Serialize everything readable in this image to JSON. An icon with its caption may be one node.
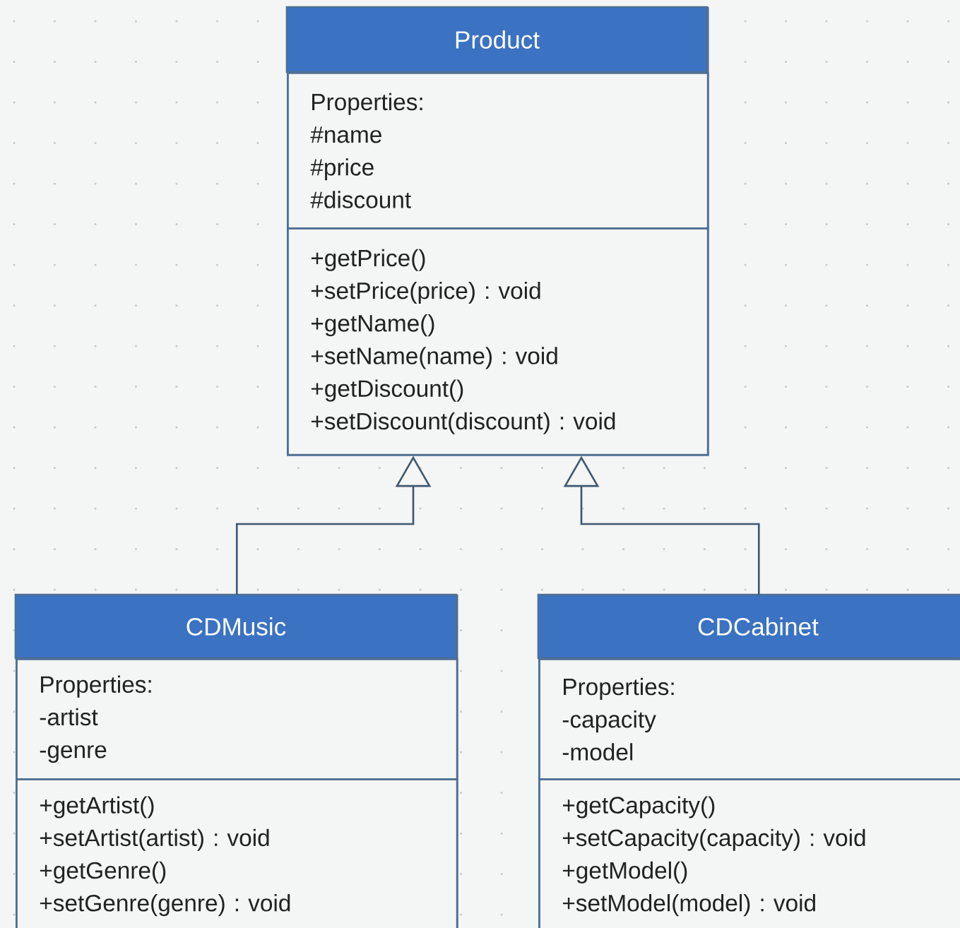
{
  "diagram": {
    "nodes": [
      {
        "text": [
          "Product"
        ]
      },
      {
        "text": [
          "Properties:",
          "#name",
          "#price",
          "#discount"
        ],
        "in": 0
      },
      {
        "text": [
          "+getPrice()",
          "+setPrice(price) : void",
          "+getName()",
          "+setName(name) : void",
          "+getDiscount()",
          "+setDiscount(discount) : void"
        ],
        "in": 0
      },
      {
        "text": [
          "CDMusic"
        ]
      },
      {
        "text": [
          "Properties:",
          "-artist",
          "-genre"
        ],
        "in": 3
      },
      {
        "text": [
          "+getArtist()",
          "+setArtist(artist) : void",
          "+getGenre()",
          "+setGenre(genre) : void"
        ],
        "in": 3
      },
      {
        "text": [
          "CDCabinet"
        ]
      },
      {
        "text": [
          "Properties:",
          "-capacity",
          "-model"
        ],
        "in": 6
      },
      {
        "text": [
          "+getCapacity()",
          "+setCapacity(capacity) : void",
          "+getModel()",
          "+setModel(model) : void"
        ],
        "in": 6
      }
    ],
    "edges": [
      {
        "from": 3,
        "to": 0,
        "arrow": "to"
      },
      {
        "from": 6,
        "to": 0,
        "arrow": "to"
      }
    ]
  }
}
